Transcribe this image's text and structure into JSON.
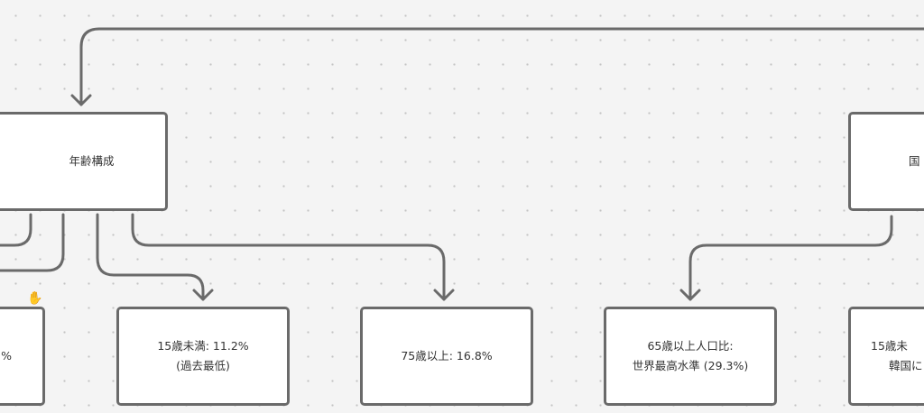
{
  "nodes": {
    "age_structure": {
      "label": "年齢構成"
    },
    "international": {
      "label": "国"
    },
    "left_partial": {
      "label": "%"
    },
    "under15": {
      "line1": "15歳未満: 11.2%",
      "line2": "(過去最低)"
    },
    "over75": {
      "line1": "75歳以上: 16.8%"
    },
    "over65": {
      "line1": "65歳以上人口比:",
      "line2": "世界最高水準 (29.3%)"
    },
    "under15_compare": {
      "line1": "15歳未",
      "line2": "韓国に"
    }
  },
  "colors": {
    "stroke": "#6a6a6a",
    "background": "#f4f4f4"
  }
}
